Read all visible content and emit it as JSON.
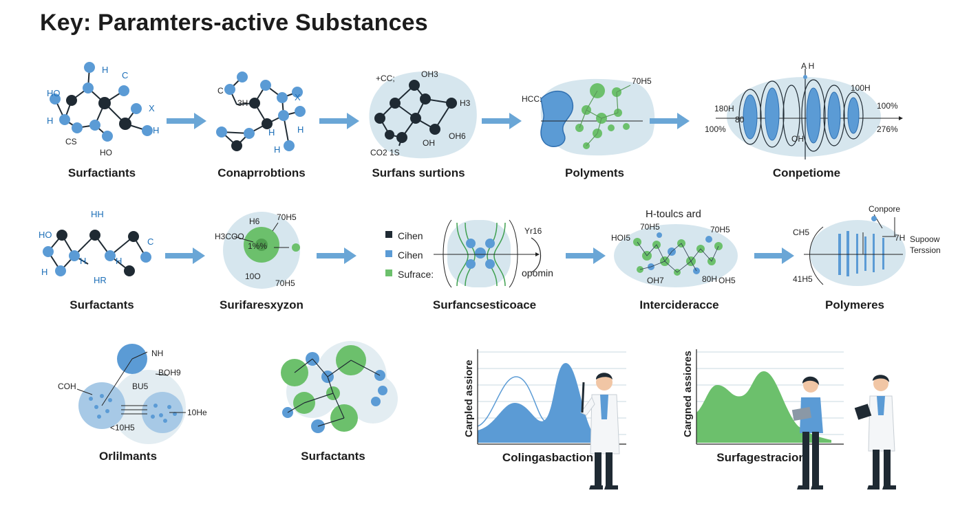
{
  "title": "Key: Paramters-active Substances",
  "colors": {
    "blue": "#5b9bd5",
    "dark": "#222a33",
    "green": "#6cc06c",
    "halo": "#d6e6ee",
    "arrow": "#6aa6d6"
  },
  "row1": {
    "p1": {
      "caption": "Surfactiants",
      "labels": [
        "H",
        "C",
        "HO",
        "X",
        "H",
        "H",
        "CS",
        "HO"
      ]
    },
    "p2": {
      "caption": "Conaprrobtions",
      "labels": [
        "C",
        "3H",
        "X",
        "H",
        "H",
        "H"
      ]
    },
    "p3": {
      "caption": "Surfans surtions",
      "labels": [
        "+CC;",
        "OH3",
        "H3",
        "OH6",
        "OH",
        "CO2 1S"
      ]
    },
    "p4": {
      "caption": "Polyments",
      "labels": [
        "HCC:",
        "70H5"
      ]
    },
    "p5": {
      "caption": "Conpetiome",
      "labels": [
        "A H",
        "180H",
        "100H",
        "100%",
        "100%",
        "276%",
        "OH",
        "80"
      ]
    }
  },
  "row2": {
    "p1": {
      "caption": "Surfactants",
      "labels": [
        "HH",
        "HO",
        "C",
        "H",
        "H",
        "H",
        "HR"
      ]
    },
    "p2": {
      "caption": "Surifaresxyzon",
      "labels": [
        "H6",
        "70H5",
        "H3COO",
        "1%%",
        "10O",
        "70H5"
      ]
    },
    "p3": {
      "caption": "Surfancsesticoace",
      "legend": [
        "Cihen",
        "Cihen",
        "Sufrace:"
      ],
      "labels": [
        "Yr16",
        "opomin"
      ]
    },
    "p4": {
      "caption": "Intercideracce",
      "labels": [
        "H-toulcs ard",
        "70H5",
        "70H5",
        "HOI5",
        "OH7",
        "80H",
        "OH5"
      ]
    },
    "p5": {
      "caption": "Polymeres",
      "labels": [
        "Conpore",
        "CH5",
        "7H",
        "Supoow",
        "Terssion",
        "41H5"
      ]
    }
  },
  "row3": {
    "p1": {
      "caption": "Orlilmants",
      "labels": [
        "NH",
        "COH",
        "BOH9",
        "BU5",
        "10He",
        "<10H5"
      ]
    },
    "p2": {
      "caption": "Surfactants"
    },
    "p3": {
      "caption": "Colingasbaction",
      "ylabel": "Carpled assiore"
    },
    "p4": {
      "caption": "Surfagestracion",
      "ylabel": "Cargned assiores"
    }
  }
}
